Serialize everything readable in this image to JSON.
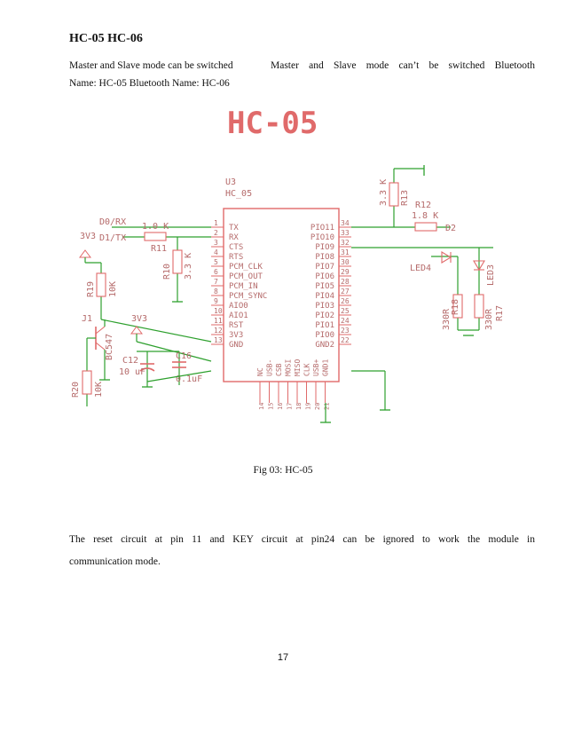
{
  "heading": "HC-05 HC-06",
  "columns": {
    "left": {
      "line1": "Master and Slave mode can be switched",
      "line2": "Name: HC-05 Bluetooth Name: HC-06"
    },
    "right": {
      "line1": "Master and Slave mode can’t be switched Bluetooth"
    }
  },
  "figure": {
    "title": "HC-05",
    "caption": "Fig 03: HC-05",
    "colors": {
      "ink": "#e06a6a",
      "wire": "#2ea02e",
      "ground": "#2ea02e",
      "chip_text": "#b56a6a"
    },
    "chip": {
      "ref": "U3",
      "name": "HC_05",
      "left_pins": [
        {
          "num": "1",
          "name": "TX"
        },
        {
          "num": "2",
          "name": "RX"
        },
        {
          "num": "3",
          "name": "CTS"
        },
        {
          "num": "4",
          "name": "RTS"
        },
        {
          "num": "5",
          "name": "PCM_CLK"
        },
        {
          "num": "6",
          "name": "PCM_OUT"
        },
        {
          "num": "7",
          "name": "PCM_IN"
        },
        {
          "num": "8",
          "name": "PCM_SYNC"
        },
        {
          "num": "9",
          "name": "AIO0"
        },
        {
          "num": "10",
          "name": "AIO1"
        },
        {
          "num": "11",
          "name": "RST"
        },
        {
          "num": "12",
          "name": "3V3"
        },
        {
          "num": "13",
          "name": "GND"
        }
      ],
      "right_pins": [
        {
          "num": "34",
          "name": "PIO11"
        },
        {
          "num": "33",
          "name": "PIO10"
        },
        {
          "num": "32",
          "name": "PIO9"
        },
        {
          "num": "31",
          "name": "PIO8"
        },
        {
          "num": "30",
          "name": "PIO7"
        },
        {
          "num": "29",
          "name": "PIO6"
        },
        {
          "num": "28",
          "name": "PIO5"
        },
        {
          "num": "27",
          "name": "PIO4"
        },
        {
          "num": "26",
          "name": "PIO3"
        },
        {
          "num": "25",
          "name": "PIO2"
        },
        {
          "num": "24",
          "name": "PIO1"
        },
        {
          "num": "23",
          "name": "PIO0"
        },
        {
          "num": "22",
          "name": "GND2"
        }
      ],
      "bottom_pins": [
        {
          "num": "14",
          "name": "NC"
        },
        {
          "num": "15",
          "name": "USB-"
        },
        {
          "num": "16",
          "name": "CSB"
        },
        {
          "num": "17",
          "name": "MOSI"
        },
        {
          "num": "18",
          "name": "MISO"
        },
        {
          "num": "19",
          "name": "CLK"
        },
        {
          "num": "20",
          "name": "USB+"
        },
        {
          "num": "21",
          "name": "GND1"
        }
      ]
    },
    "labels": {
      "d0rx": "D0/RX",
      "d1tx": "D1/TX",
      "r_1k": "1.0 K",
      "r11": "R11",
      "r10": "R10",
      "r10_val": "3.3 K",
      "v3v3_left": "3V3",
      "r19": "R19",
      "r19_val": "10K",
      "j1": "J1",
      "bc547": "BC547",
      "r20": "R20",
      "r20_val": "10K",
      "v3v3_mid": "3V3",
      "c12": "C12",
      "c12_val": "10 uF",
      "c16": "C16",
      "c16_val": "0.1uF",
      "r13": "R13",
      "r13_val": "3.3 K",
      "r12": "R12",
      "r12_val": "1.8 K",
      "d2": "D2",
      "led4": "LED4",
      "led3": "LED3",
      "r18": "R18",
      "r18_val": "330R",
      "r17": "R17",
      "r17_val": "330R"
    }
  },
  "paragraph": {
    "line1": "The reset circuit at pin 11 and KEY circuit at pin24 can be ignored to work the module in",
    "line2": "communication mode."
  },
  "page_number": "17"
}
